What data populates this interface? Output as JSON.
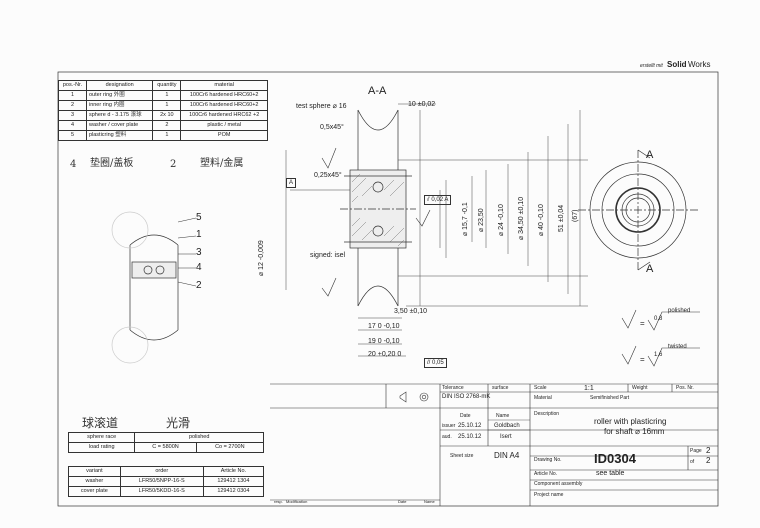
{
  "header": {
    "created_with": "erstellt mit",
    "brand_solid": "Solid",
    "brand_works": "Works"
  },
  "parts_table": {
    "headers": [
      "pos.-Nr.",
      "designation",
      "quantity",
      "material"
    ],
    "rows": [
      {
        "pos": "1",
        "designation": "outer ring",
        "note": "外圈",
        "quantity": "1",
        "material": "100Cr6 hardened HRC60+2"
      },
      {
        "pos": "2",
        "designation": "inner ring",
        "note": "内圈",
        "quantity": "1",
        "material": "100Cr6 hardened HRC60+2"
      },
      {
        "pos": "3",
        "designation": "sphere d - 3.175",
        "note": "滚球",
        "quantity": "2x 10",
        "material": "100Cr6 hardened HRC62 +2"
      },
      {
        "pos": "4",
        "designation": "washer / cover plate",
        "note": "",
        "quantity": "2",
        "material": "plastic / metal"
      },
      {
        "pos": "5",
        "designation": "plasticring",
        "note": "塑料",
        "quantity": "1",
        "material": "POM"
      }
    ],
    "handwritten_row": {
      "pos": "4",
      "designation": "垫圈/盖板",
      "quantity": "2",
      "material": "塑料/金属"
    }
  },
  "section_view": {
    "title": "A-A",
    "labels": {
      "test_sphere": "test sphere ⌀ 16",
      "chamfer_top": "0,5x45°",
      "chamfer_mid": "0,25x45°",
      "datum": "A",
      "signed": "signed: isel",
      "width_top": "10 ±0,02",
      "tolerance_frame": [
        "⫽",
        "0,02",
        "A"
      ],
      "dia_bore": "⌀ 12 -0,009",
      "dia_1": "⌀ 15,7 -0,1",
      "dia_2": "⌀ 23,50",
      "dia_3": "⌀ 24 -0,10",
      "dia_4": "⌀ 34,50 ±0,10",
      "dia_5": "⌀ 40 -0,10",
      "dia_6": "51 ±0,04",
      "dia_7": "(67)",
      "dim_350": "3,50 ±0,10",
      "dim_17": "17 0 -0,10",
      "dim_19": "19 0 -0,10",
      "dim_20": "20 +0,20 0",
      "parallel_frame": [
        "//",
        "0,05"
      ]
    }
  },
  "detail_callouts": [
    "5",
    "1",
    "3",
    "4",
    "2"
  ],
  "side_view": {
    "section_marks": [
      "A",
      "A"
    ]
  },
  "surface": {
    "polished_value": "0,8",
    "polished_label": "polished",
    "twisted_value": "1,6",
    "twisted_label": "twisted",
    "eq": "="
  },
  "handwritten": {
    "sphere_race_cn": "球滚道",
    "polished_cn": "光滑"
  },
  "load_table": {
    "rows": [
      [
        "sphere race",
        "polished"
      ],
      [
        "load rating",
        "C = 5800N",
        "Co = 2700N"
      ]
    ]
  },
  "variant_table": {
    "headers": [
      "variant",
      "order",
      "Article No."
    ],
    "rows": [
      [
        "washer",
        "LFR50/5NPP-16-S",
        "129412 1304"
      ],
      [
        "cover plate",
        "LFR50/5KDD-16-S",
        "129412 0304"
      ]
    ]
  },
  "title_block": {
    "tolerance_label": "Tolerance",
    "tolerance_value": "DIN ISO 2768-mK",
    "surface_label": "surface",
    "scale_label": "Scale",
    "scale_value": "1:1",
    "weight_label": "Weight",
    "posnr_label": "Pos. Nr.",
    "material_label": "Material",
    "material_value": "Semifinished Part",
    "date_label": "Date",
    "name_label": "Name",
    "description_label": "Description",
    "issuer_label": "issuer",
    "issuer_date": "25.10.12",
    "issuer_name": "Goldbach",
    "aud_label": "aud.",
    "aud_date": "25.10.12",
    "aud_name": "Isert",
    "description": "roller with plasticring",
    "description2": "for shaft ⌀ 16mm",
    "sheet_size_label": "Sheet size",
    "sheet_size": "DIN A4",
    "drawing_no_label": "Drawing No.",
    "drawing_no": "ID0304",
    "page_label": "Page",
    "page": "2",
    "of_label": "of",
    "of": "2",
    "article_label": "Article No.",
    "article_value": "see table",
    "component_label": "Component assembly",
    "project_label": "Project name",
    "revision_label": "resp.",
    "modification_label": "Modification",
    "date2_label": "Date",
    "name2_label": "Name"
  },
  "colors": {
    "line": "#333333",
    "paper": "#fcfcfc",
    "hatch": "#555555"
  }
}
